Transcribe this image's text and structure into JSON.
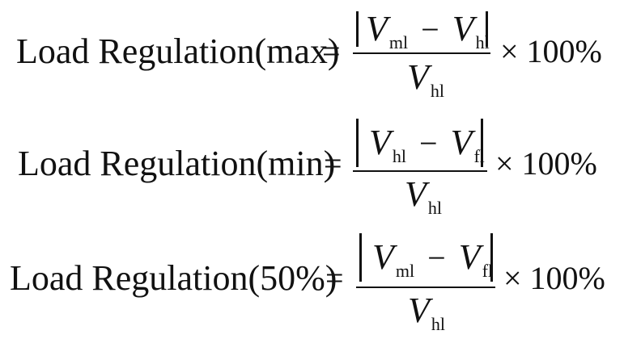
{
  "equations": [
    {
      "lhs": "Load Regulation(max)",
      "equals": "=",
      "numerator": {
        "v1": "V",
        "s1": "ml",
        "minus": "−",
        "v2": "V",
        "s2": "hl"
      },
      "denominator": {
        "v": "V",
        "s": "hl"
      },
      "times": "× 100%"
    },
    {
      "lhs": "Load Regulation(min)",
      "equals": "=",
      "numerator": {
        "v1": "V",
        "s1": "hl",
        "minus": "−",
        "v2": "V",
        "s2": "fl"
      },
      "denominator": {
        "v": "V",
        "s": "hl"
      },
      "times": "× 100%"
    },
    {
      "lhs": "Load Regulation(50%)",
      "equals": "=",
      "numerator": {
        "v1": "V",
        "s1": "ml",
        "minus": "−",
        "v2": "V",
        "s2": "fl"
      },
      "denominator": {
        "v": "V",
        "s": "hl"
      },
      "times": "× 100%"
    }
  ]
}
